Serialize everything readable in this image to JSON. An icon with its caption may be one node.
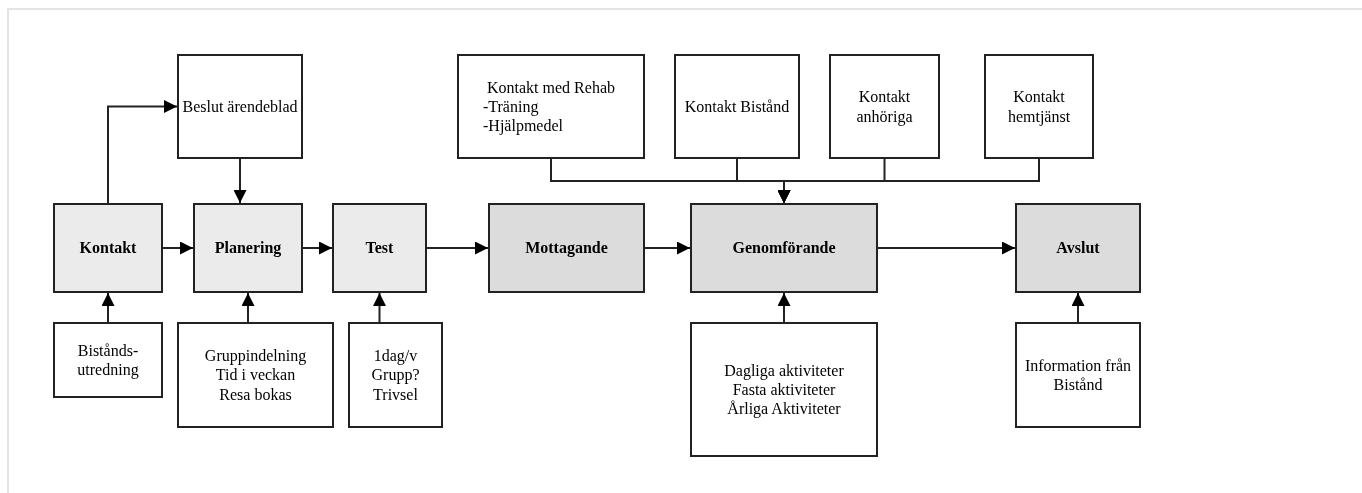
{
  "diagram": {
    "nodes": [
      {
        "text": [
          "Beslut ärendeblad"
        ]
      },
      {
        "text": [
          "Kontakt med Rehab",
          "-Träning",
          "-Hjälpmedel"
        ]
      },
      {
        "text": [
          "Kontakt Bistånd"
        ]
      },
      {
        "text": [
          "Kontakt anhöriga"
        ]
      },
      {
        "text": [
          "Kontakt hemtjänst"
        ]
      },
      {
        "text": [
          "Kontakt"
        ]
      },
      {
        "text": [
          "Planering"
        ]
      },
      {
        "text": [
          "Test"
        ]
      },
      {
        "text": [
          "Mottagande"
        ]
      },
      {
        "text": [
          "Genomförande"
        ]
      },
      {
        "text": [
          "Avslut"
        ]
      },
      {
        "text": [
          "Bistånds- utredning"
        ]
      },
      {
        "text": [
          "Gruppindelning",
          "Tid i veckan",
          "Resa bokas"
        ]
      },
      {
        "text": [
          "1dag/v",
          "Grupp?",
          "Trivsel"
        ]
      },
      {
        "text": [
          "Dagliga aktiviteter",
          "Fasta aktiviteter",
          "Årliga Aktiviteter"
        ]
      },
      {
        "text": [
          "Information från Bistånd"
        ]
      }
    ],
    "edges": [
      {
        "from": 5,
        "to": 0,
        "arrow": "to"
      },
      {
        "from": 0,
        "to": 6,
        "arrow": "to"
      },
      {
        "from": 5,
        "to": 6,
        "arrow": "to"
      },
      {
        "from": 6,
        "to": 7,
        "arrow": "to"
      },
      {
        "from": 7,
        "to": 8,
        "arrow": "to"
      },
      {
        "from": 8,
        "to": 9,
        "arrow": "to"
      },
      {
        "from": 9,
        "to": 10,
        "arrow": "to"
      },
      {
        "from": 1,
        "to": 9,
        "arrow": "to"
      },
      {
        "from": 2,
        "to": 9,
        "arrow": "to"
      },
      {
        "from": 3,
        "to": 9,
        "arrow": "to"
      },
      {
        "from": 4,
        "to": 9,
        "arrow": "to"
      },
      {
        "from": 11,
        "to": 5,
        "arrow": "to"
      },
      {
        "from": 12,
        "to": 6,
        "arrow": "to"
      },
      {
        "from": 13,
        "to": 7,
        "arrow": "to"
      },
      {
        "from": 14,
        "to": 9,
        "arrow": "to"
      },
      {
        "from": 15,
        "to": 10,
        "arrow": "to"
      }
    ]
  }
}
